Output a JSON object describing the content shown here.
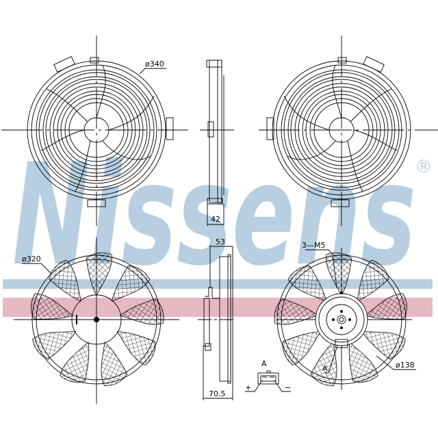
{
  "brand": {
    "watermark": "Nissens",
    "registered_mark": "®",
    "watermark_color": "#b7cfe0",
    "stripe_blue": "#b9cfdf",
    "stripe_red": "#e6b8c4"
  },
  "drawing": {
    "line_color": "#000000",
    "views": [
      {
        "id": "front-guard",
        "label": "Front view with guard"
      },
      {
        "id": "side-guard",
        "label": "Side view with guard"
      },
      {
        "id": "rear-guard",
        "label": "Rear view with guard"
      },
      {
        "id": "front-blade",
        "label": "Front view of fan blade"
      },
      {
        "id": "side-blade",
        "label": "Side view of fan blade"
      },
      {
        "id": "rear-blade",
        "label": "Rear view of fan with motor"
      }
    ],
    "dimensions": {
      "guard_diameter": "ø340",
      "guard_depth": "42",
      "blade_diameter": "ø320",
      "blade_depth": "53",
      "overall_depth": "70.5",
      "motor_diameter": "ø138",
      "mounting_thread": "3—M5"
    },
    "connector": {
      "label": "A",
      "pointer_label": "A",
      "plus": "+",
      "minus": "−"
    }
  }
}
